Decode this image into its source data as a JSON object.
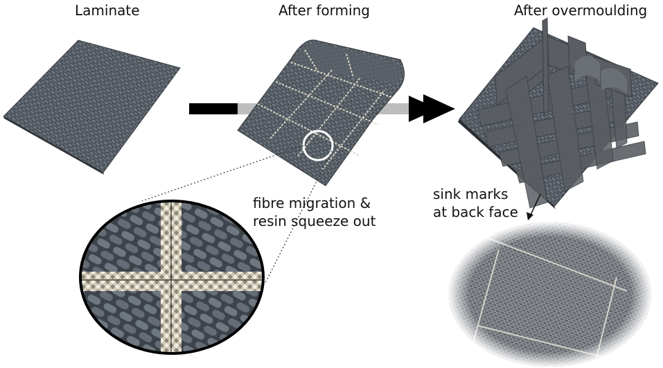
{
  "titles": {
    "laminate": "Laminate",
    "after_forming": "After forming",
    "after_overmoulding": "After overmoulding"
  },
  "annotations": {
    "fibre_line1": "fibre migration &",
    "fibre_line2": "resin squeeze out",
    "sink_line1": "sink marks",
    "sink_line2": "at back face"
  },
  "colors": {
    "laminate_fabric": "#4a5058",
    "fabric_dark": "#2e3339",
    "stitch_white": "#d9d4c4",
    "overmould_grey": "#5a5e63",
    "arrow_black": "#000000",
    "arrow_grey": "#bdbdbd"
  }
}
